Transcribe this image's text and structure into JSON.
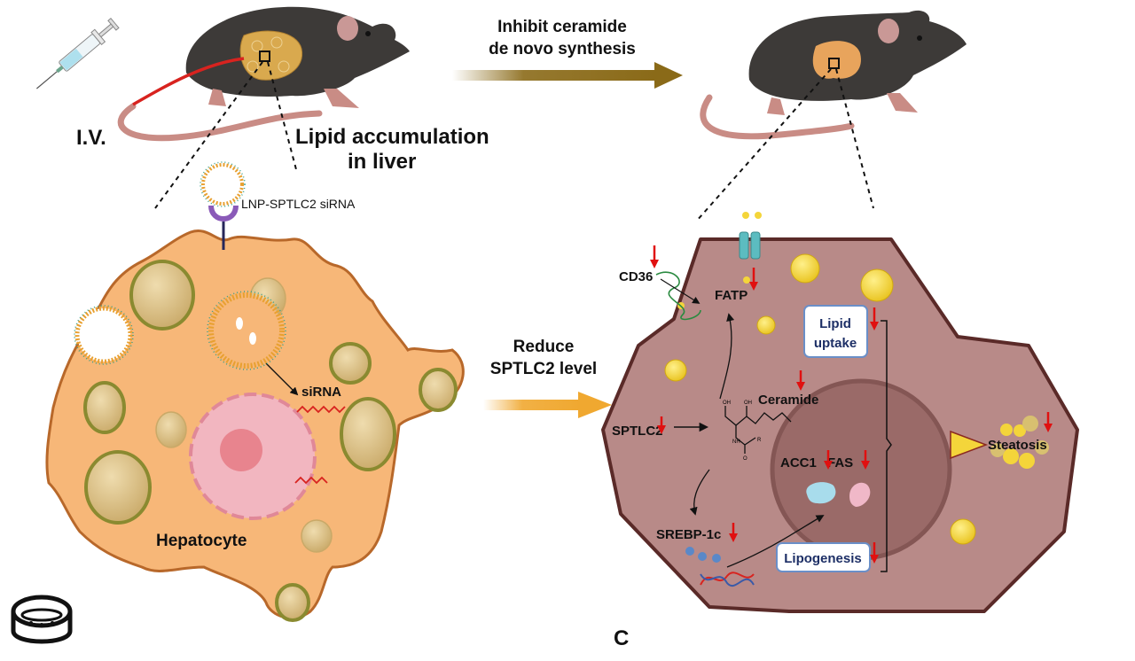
{
  "figure": {
    "panel_letter": "C",
    "colors": {
      "mouse_body": "#3d3a38",
      "liver_fatty": "#d9a94e",
      "liver_normal": "#e8a45c",
      "injection_line": "#d8231f",
      "hepatocyte_fill": "#f7b778",
      "hepatocyte_edge": "#b8682a",
      "lipid_droplet": "#d8c28a",
      "droplet_ring": "#8a8a30",
      "nucleus_pink": "#f2b6c0",
      "nucleolus": "#e8848e",
      "treated_cell_fill": "#b88a88",
      "treated_cell_edge": "#5a2a28",
      "treated_nucleus": "#9a6a68",
      "yellow_lipid": "#f4d53a",
      "down_arrow": "#e01010",
      "box_border": "#6a8fc8",
      "box_text": "#1d2f66",
      "gold_arrow": "#8a6a18",
      "orange_arrow": "#f0a830",
      "acc1_protein": "#a8dcec",
      "fas_protein": "#f0b8c8",
      "channel": "#5cbcc0"
    }
  },
  "top": {
    "route_label": "I.V.",
    "liver_label_line1": "Lipid accumulation",
    "liver_label_line2": "in liver",
    "inhibit_line1": "Inhibit ceramide",
    "inhibit_line2": "de novo synthesis"
  },
  "left_cell": {
    "nanoparticle_label": "LNP-SPTLC2 siRNA",
    "sirna_label": "siRNA",
    "cell_label": "Hepatocyte",
    "dish_icon": "petri-dish-icon"
  },
  "middle": {
    "reduce_line1": "Reduce",
    "reduce_line2": "SPTLC2 level"
  },
  "right_cell": {
    "cd36": "CD36",
    "fatp": "FATP",
    "sptlc2": "SPTLC2",
    "ceramide": "Ceramide",
    "acc1": "ACC1",
    "fas": "FAS",
    "srebp": "SREBP-1c",
    "lipid_uptake_line1": "Lipid",
    "lipid_uptake_line2": "uptake",
    "lipogenesis": "Lipogenesis",
    "steatosis": "Steatosis",
    "chem": {
      "oh1": "OH",
      "oh2": "OH",
      "nh": "NH",
      "r": "R",
      "o": "O"
    }
  }
}
